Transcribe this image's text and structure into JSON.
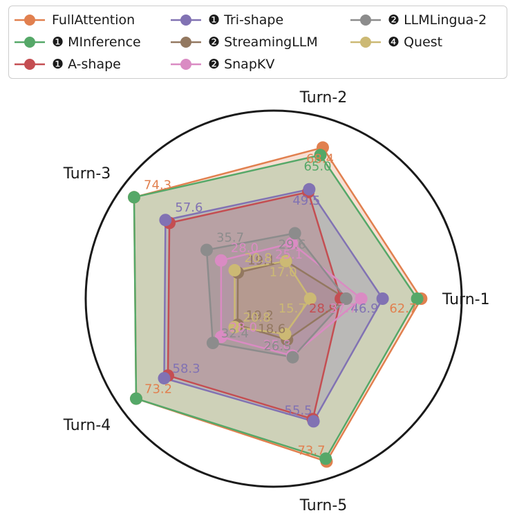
{
  "chart_data": {
    "type": "radar",
    "axes": [
      "Turn-1",
      "Turn-2",
      "Turn-3",
      "Turn-4",
      "Turn-5"
    ],
    "rmax": 75,
    "series": [
      {
        "name": "FullAttention",
        "color": "#e1804f",
        "values": [
          63.5,
          68.4,
          74.3,
          73.2,
          73.7
        ],
        "labels": [
          "62.7",
          "68.4",
          "74.3",
          "73.2",
          "73.7"
        ]
      },
      {
        "name": "❶ MInference",
        "color": "#55a868",
        "values": [
          61.8,
          65.0,
          74.3,
          73.2,
          72.4
        ],
        "labels": [
          "",
          "65.0",
          "",
          "",
          ""
        ]
      },
      {
        "name": "❶ A-shape",
        "color": "#c44e52",
        "values": [
          28.9,
          48.3,
          55.5,
          56.3,
          54.5
        ],
        "labels": [
          "28.9",
          "",
          "",
          "",
          ""
        ]
      },
      {
        "name": "❶ Tri-shape",
        "color": "#8172b3",
        "values": [
          46.9,
          49.5,
          57.6,
          58.3,
          55.5
        ],
        "labels": [
          "46.9",
          "49.5",
          "57.6",
          "58.3",
          "55.5"
        ]
      },
      {
        "name": "❷ StreamingLLM",
        "color": "#937860",
        "values": [
          31.2,
          17.0,
          19.1,
          19.2,
          18.6
        ],
        "labels": [
          "",
          "",
          "19.1",
          "19.2",
          "18.6"
        ]
      },
      {
        "name": "❷ SnapKV",
        "color": "#da8bc3",
        "values": [
          37.7,
          25.1,
          28.0,
          28.0,
          25.8
        ],
        "labels": [
          "37.7",
          "25.1",
          "28.0",
          "28.0",
          "25.8"
        ]
      },
      {
        "name": "❷ LLMLingua-2",
        "color": "#8c8c8c",
        "values": [
          31.2,
          29.6,
          35.7,
          32.4,
          26.5
        ],
        "labels": [
          "",
          "29.6",
          "35.7",
          "32.4",
          "26.5"
        ]
      },
      {
        "name": "❹ Quest",
        "color": "#ccb974",
        "values": [
          15.7,
          17.0,
          20.8,
          20.8,
          16.0
        ],
        "labels": [
          "15.7",
          "17.0",
          "20.8",
          "20.8",
          ""
        ]
      }
    ]
  }
}
